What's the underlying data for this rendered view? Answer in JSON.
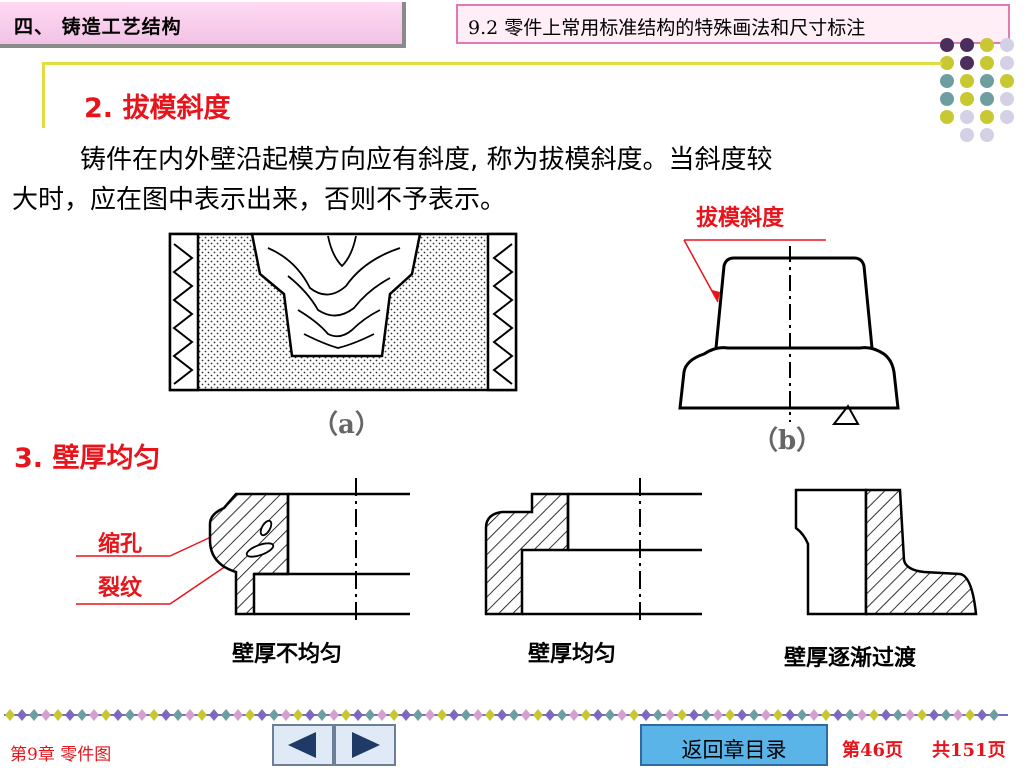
{
  "header": {
    "section": "四、  铸造工艺结构",
    "chapter_title": "9.2 零件上常用标准结构的特殊画法和尺寸标注"
  },
  "draft_angle": {
    "heading": "2.  拔模斜度",
    "paragraph_line1": "铸件在内外壁沿起模方向应有斜度, 称为拔模斜度。当斜度较",
    "paragraph_line2": "大时，应在图中表示出来，否则不予表示。",
    "label": "拔模斜度",
    "figure_a_caption": "（a）",
    "figure_b_caption": "（b）"
  },
  "wall_thickness": {
    "heading": "3.  壁厚均匀",
    "label_shrinkage": "缩孔",
    "label_crack": "裂纹",
    "caption_uneven": "壁厚不均匀",
    "caption_even": "壁厚均匀",
    "caption_gradual": "壁厚逐渐过渡"
  },
  "footer": {
    "chapter": "第9章  零件图",
    "back_to_toc": "返回章目录",
    "page_current": "第46页",
    "page_total": "共151页",
    "prev_icon": "triangle-left",
    "next_icon": "triangle-right"
  },
  "colors": {
    "accent_red": "#e8141b",
    "tab_pink": "#f2c2e6",
    "button_blue": "#5ab4e8",
    "dot_purple": "#4b2e5e",
    "dot_olive": "#c8c832",
    "dot_teal": "#6e9ea0",
    "dot_lavender": "#d4d0e6"
  }
}
